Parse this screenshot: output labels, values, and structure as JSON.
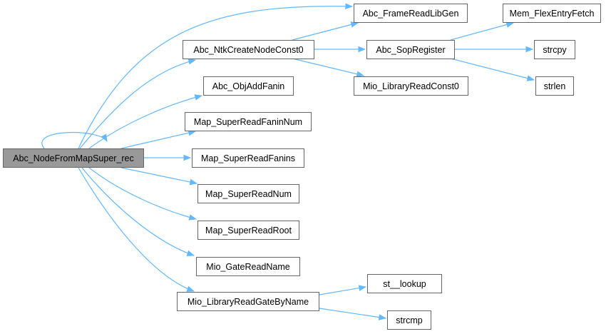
{
  "nodes": {
    "root": "Abc_NodeFromMapSuper_rec",
    "ntkCreateNodeConst0": "Abc_NtkCreateNodeConst0",
    "objAddFanin": "Abc_ObjAddFanin",
    "superReadFaninNum": "Map_SuperReadFaninNum",
    "superReadFanins": "Map_SuperReadFanins",
    "superReadNum": "Map_SuperReadNum",
    "superReadRoot": "Map_SuperReadRoot",
    "gateReadName": "Mio_GateReadName",
    "libraryReadGateByName": "Mio_LibraryReadGateByName",
    "frameReadLibGen": "Abc_FrameReadLibGen",
    "sopRegister": "Abc_SopRegister",
    "libraryReadConst0": "Mio_LibraryReadConst0",
    "memFlexEntryFetch": "Mem_FlexEntryFetch",
    "strcpy": "strcpy",
    "strlen": "strlen",
    "stLookup": "st__lookup",
    "strcmp": "strcmp"
  },
  "colors": {
    "edge": "#63b8ff",
    "root_fill": "#999999",
    "border": "#666666"
  }
}
